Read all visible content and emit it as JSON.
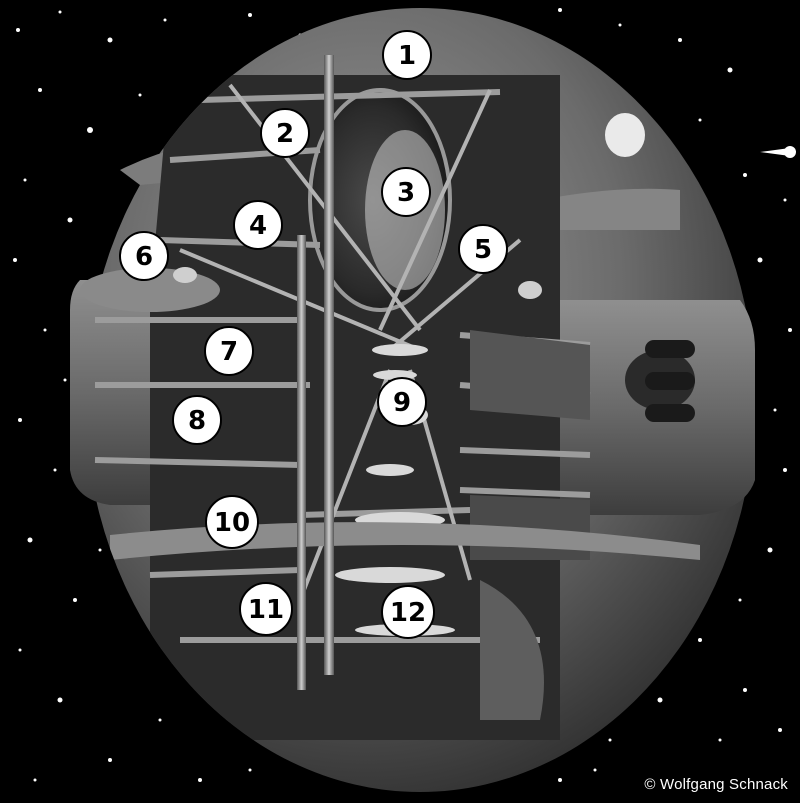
{
  "labels": [
    "1",
    "2",
    "3",
    "4",
    "5",
    "6",
    "7",
    "8",
    "9",
    "10",
    "11",
    "12"
  ],
  "credit": "© Wolfgang Schnack",
  "colors": {
    "background": "#000000",
    "hull": "#6a6a6a",
    "hull_dark": "#3a3a3a",
    "hull_light": "#a5a5a5",
    "label_fill": "#ffffff",
    "label_text": "#000000"
  }
}
